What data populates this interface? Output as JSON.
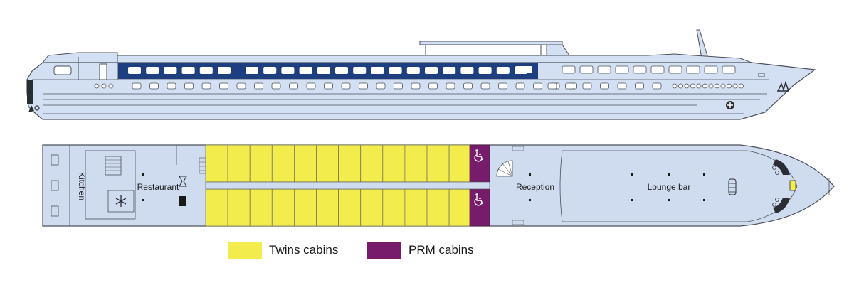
{
  "rooms": {
    "kitchen": "Kitchen",
    "restaurant": "Restaurant",
    "reception": "Reception",
    "lounge_bar": "Lounge bar"
  },
  "legend": [
    {
      "label": "Twins cabins",
      "color": "#f3ec4d"
    },
    {
      "label": "PRM cabins",
      "color": "#761c6a"
    }
  ],
  "colors": {
    "hull": "#d3e0f3",
    "hull_outline": "#4b4f5a",
    "window_band": "#1d3f7f",
    "twin_cabin": "#f3ec4d",
    "prm_cabin": "#761c6a",
    "deck": "#cfdcf0"
  },
  "icons": {
    "prm": "wheelchair-icon",
    "kitchen_cold_room": "snowflake-icon",
    "bow_logo": "stylized-boat-logo-icon"
  }
}
